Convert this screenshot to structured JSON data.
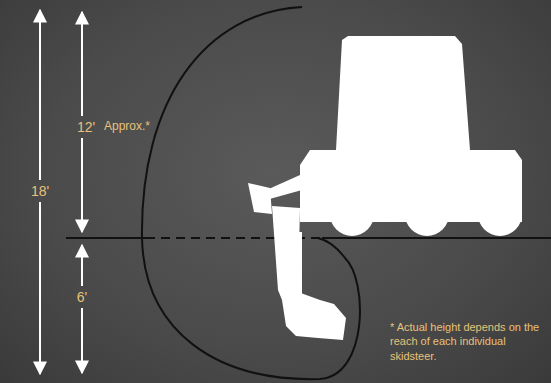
{
  "diagram": {
    "labels": [
      "18'",
      "12'",
      "Approx.*",
      "6'",
      "* Actual height depends on the reach of each individual skidsteer."
    ]
  }
}
